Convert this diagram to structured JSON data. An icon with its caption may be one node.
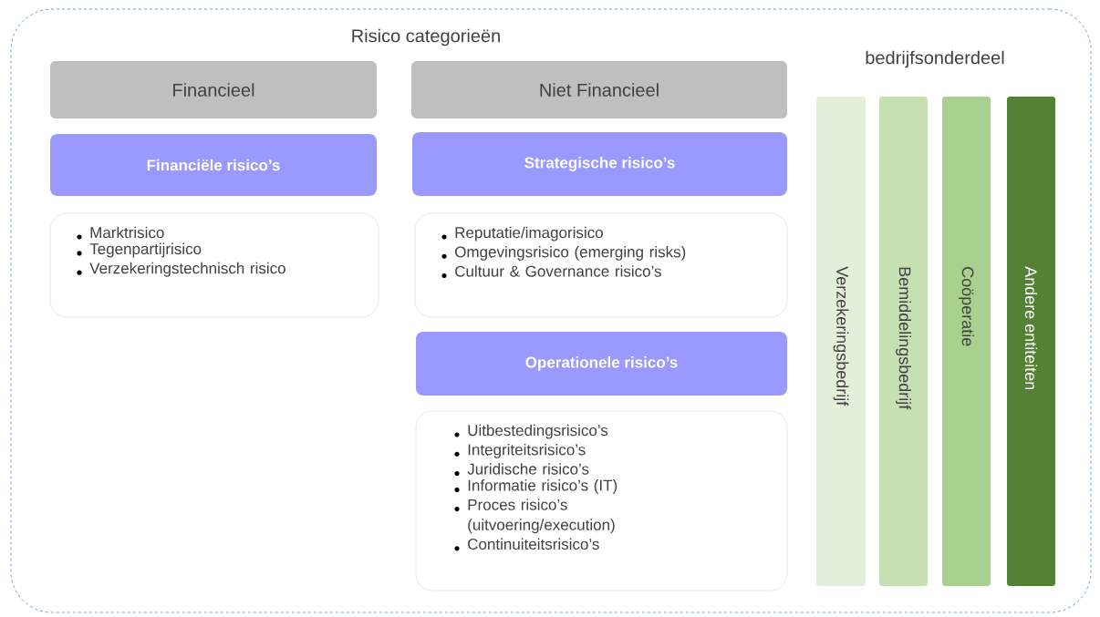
{
  "diagram": {
    "nodes": [
      {
        "text": [
          "Risico categorieën",
          "bedrijfsonderdeel"
        ]
      },
      {
        "text": [
          "Financieel"
        ],
        "in": 0
      },
      {
        "text": [
          "Niet Financieel"
        ],
        "in": 0
      },
      {
        "text": [
          "Financiële risico’s"
        ],
        "in": 0
      },
      {
        "text": [
          "Marktrisico",
          "Tegenpartijrisico",
          "Verzekeringstechnisch risico"
        ],
        "in": 0
      },
      {
        "text": [
          "Strategische risico’s"
        ],
        "in": 0
      },
      {
        "text": [
          "Reputatie/imagorisico",
          "Omgevingsrisico (emerging risks)",
          "Cultuur & Governance risico’s"
        ],
        "in": 0
      },
      {
        "text": [
          "Operationele risico’s"
        ],
        "in": 0
      },
      {
        "text": [
          "Uitbestedingsrisico’s",
          "Integriteitsrisico’s",
          "Juridische risico’s",
          "Informatie risico’s (IT)",
          "Proces risico’s (uitvoering/execution)",
          "Continuiteitsrisico’s"
        ],
        "in": 0
      },
      {
        "text": [
          "Verzekeringsbedrijf"
        ],
        "in": 0
      },
      {
        "text": [
          "Bemiddelingsbedrijf"
        ],
        "in": 0
      },
      {
        "text": [
          "Coöperatie"
        ],
        "in": 0
      },
      {
        "text": [
          "Andere entiteiten"
        ],
        "in": 0
      }
    ]
  }
}
